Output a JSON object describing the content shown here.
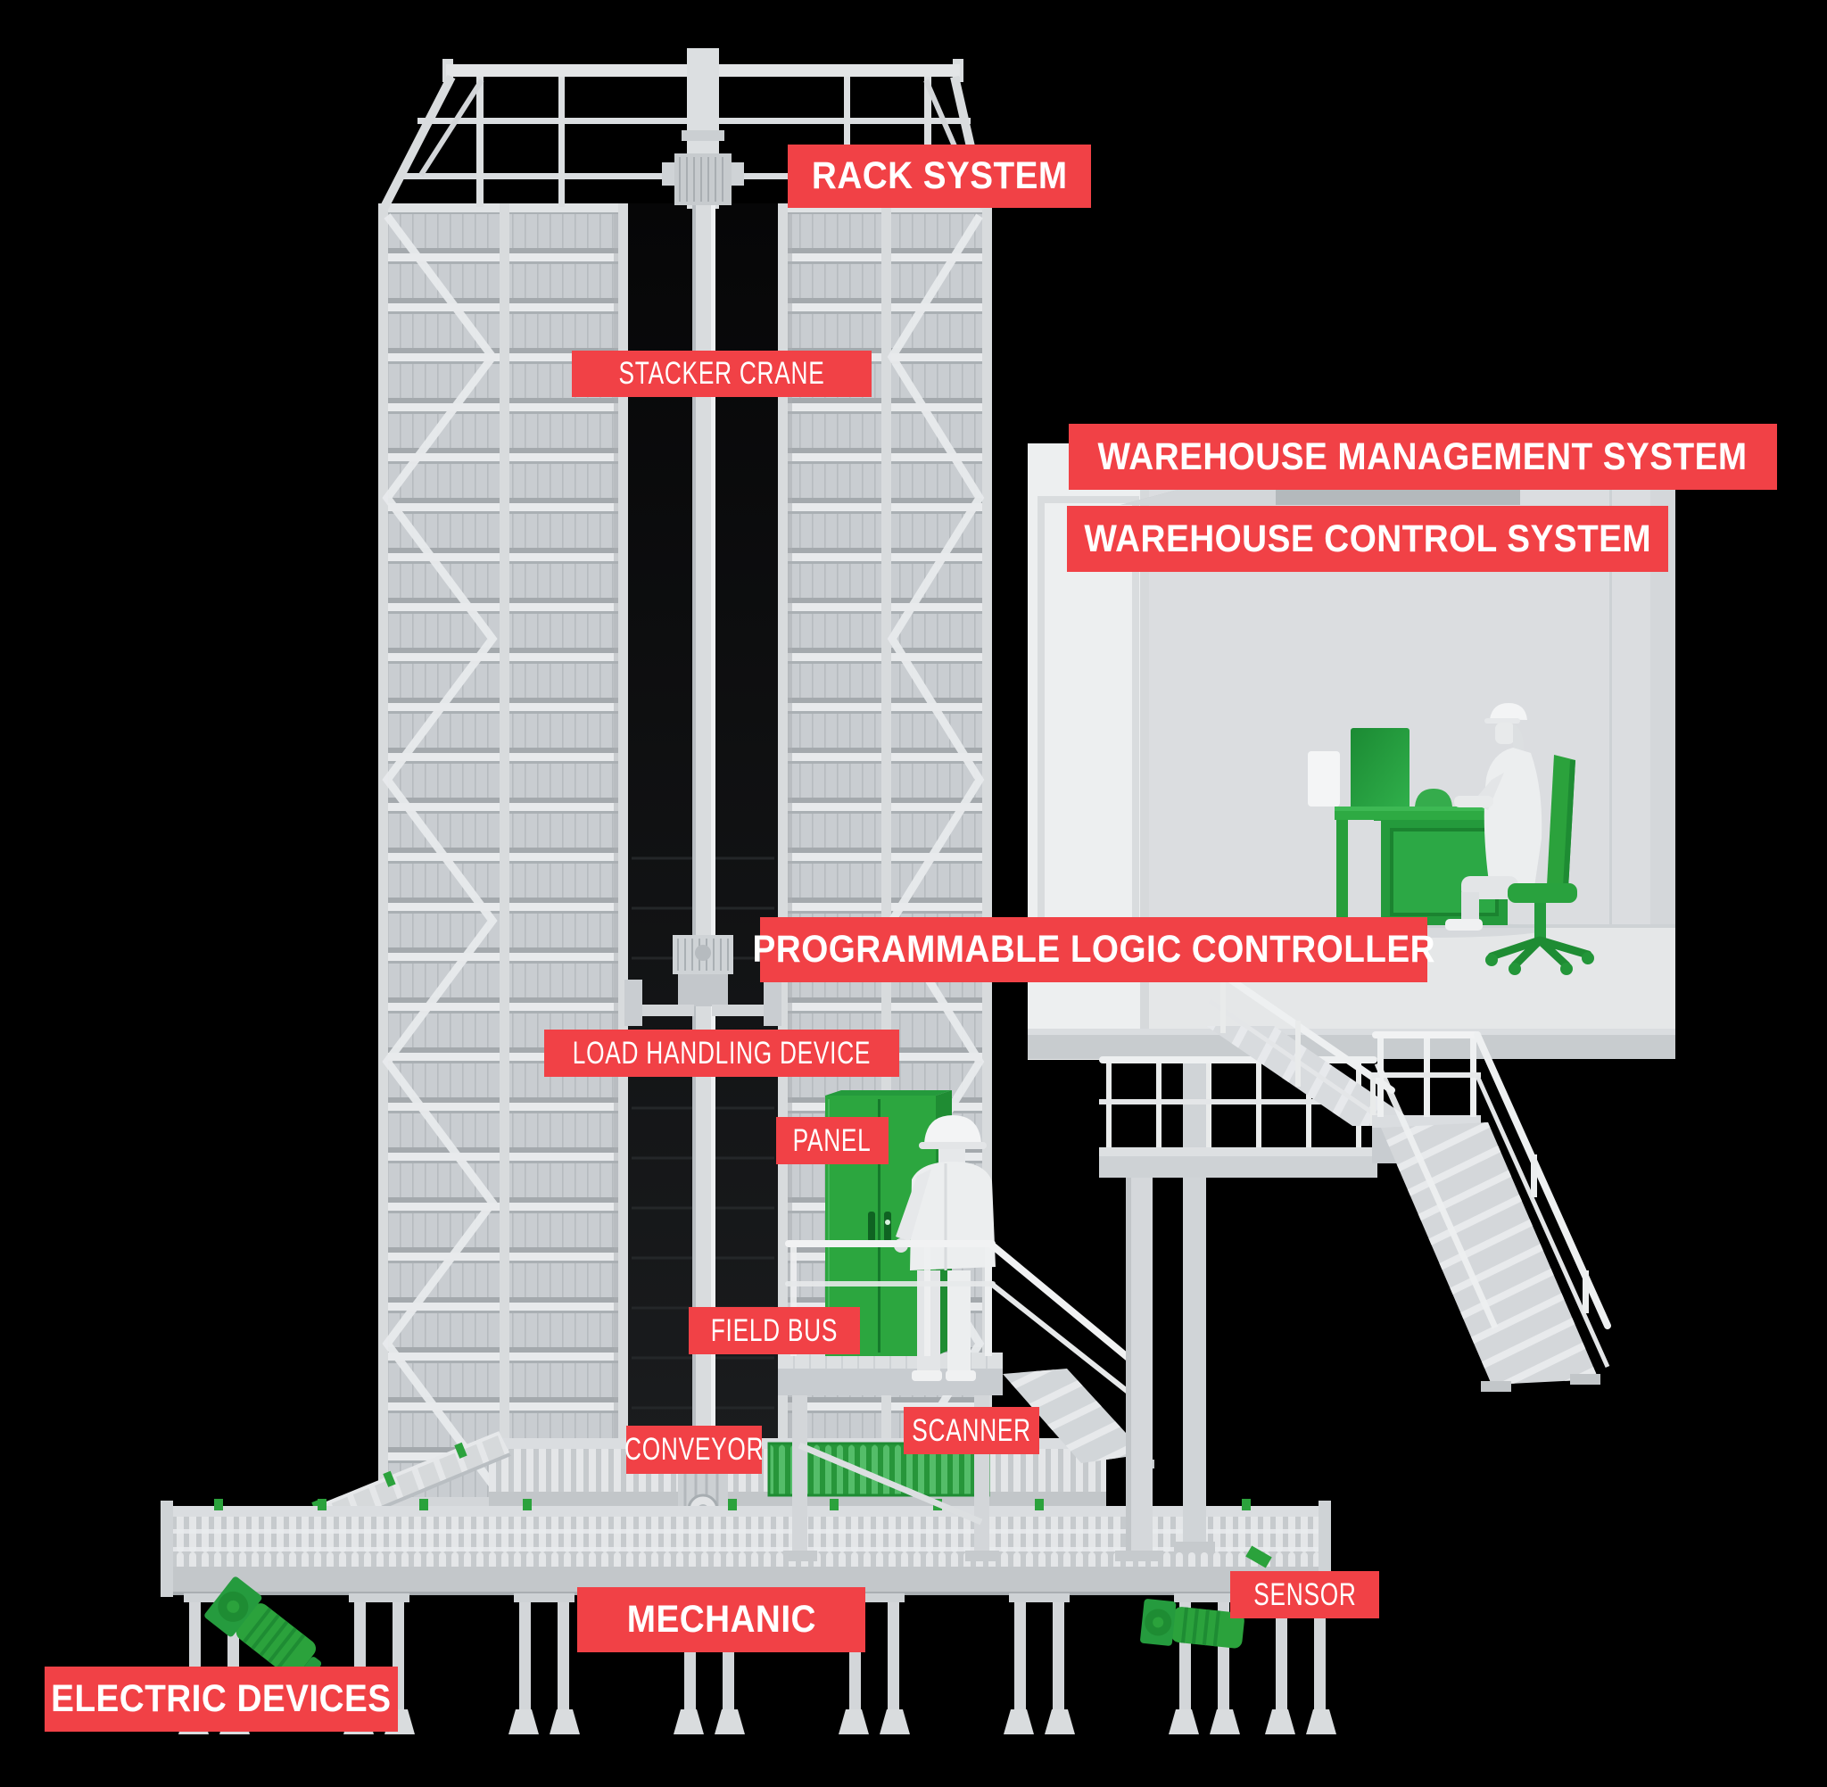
{
  "labels": {
    "rack_system": "RACK SYSTEM",
    "stacker_crane": "STACKER CRANE",
    "warehouse_management_system": "WAREHOUSE MANAGEMENT SYSTEM",
    "warehouse_control_system": "WAREHOUSE CONTROL SYSTEM",
    "programmable_logic_controller": "PROGRAMMABLE LOGIC CONTROLLER",
    "load_handling_device": "LOAD HANDLING DEVICE",
    "panel": "PANEL",
    "field_bus": "FIELD BUS",
    "conveyor": "CONVEYOR",
    "scanner": "SCANNER",
    "sensor": "SENSOR",
    "mechanic": "MECHANIC",
    "electric_devices": "ELECTRIC DEVICES"
  },
  "colors": {
    "background": "#000000",
    "label_red": "#F14146",
    "label_text": "#FFFFFF",
    "machine_green": "#2BA23C",
    "machine_green_dark": "#1E8C33",
    "structure_light": "#D7DADC",
    "structure_mid": "#C5C9CC"
  }
}
